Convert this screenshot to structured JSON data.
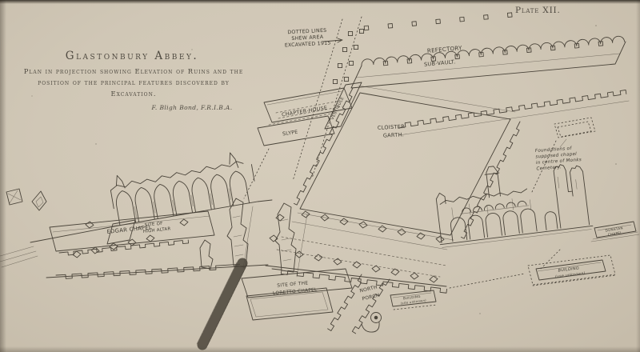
{
  "page": {
    "plate_label": "Plate XII."
  },
  "title_block": {
    "title": "Glastonbury Abbey.",
    "subtitle_lines": [
      "Plan in projection showing Elevation of Ruins and the",
      "position of the principal features discovered by",
      "Excavation."
    ],
    "attribution": "F. Bligh Bond, F.R.I.B.A."
  },
  "plan": {
    "excavation_note": {
      "lines": [
        "DOTTED LINES",
        "SHEW AREA",
        "EXCAVATED 1915"
      ]
    },
    "labels": {
      "refectory": "REFECTORY",
      "sub_vault": "SUB·VAULT.",
      "chapter_house": "CHAPTER·HOUSE",
      "vestibule": "VESTIBULE",
      "slype": "SLYPE",
      "cloister_line1": "CLOISTER",
      "cloister_line2": "GARTH.",
      "edgar_chapel": "EDGAR CHAPEL",
      "high_altar_line1": "SITE OF",
      "high_altar_line2": "HIGH ALTAR",
      "loretto_line1": "SITE OF THE",
      "loretto_line2": "LORETTO CHAPEL",
      "north_porch_line1": "NORTH",
      "north_porch_line2": "PORCH",
      "dunstan_line1": "DUNSTAN",
      "dunstan_line2": "CHAPEL",
      "building_site_line1": "BUILDING",
      "building_site_line2": "(site unknown)",
      "building_use_line1": "BUILDING",
      "building_use_line2": "(use unknown)"
    },
    "cemetery_note": {
      "lines": [
        "Foundations of",
        "supposed chapel",
        "in centre of Monks",
        "Cemetery."
      ]
    }
  },
  "colors": {
    "paper": "#d0c7b6",
    "ink": "#4a443a",
    "printed_text": "#4f4a41"
  }
}
